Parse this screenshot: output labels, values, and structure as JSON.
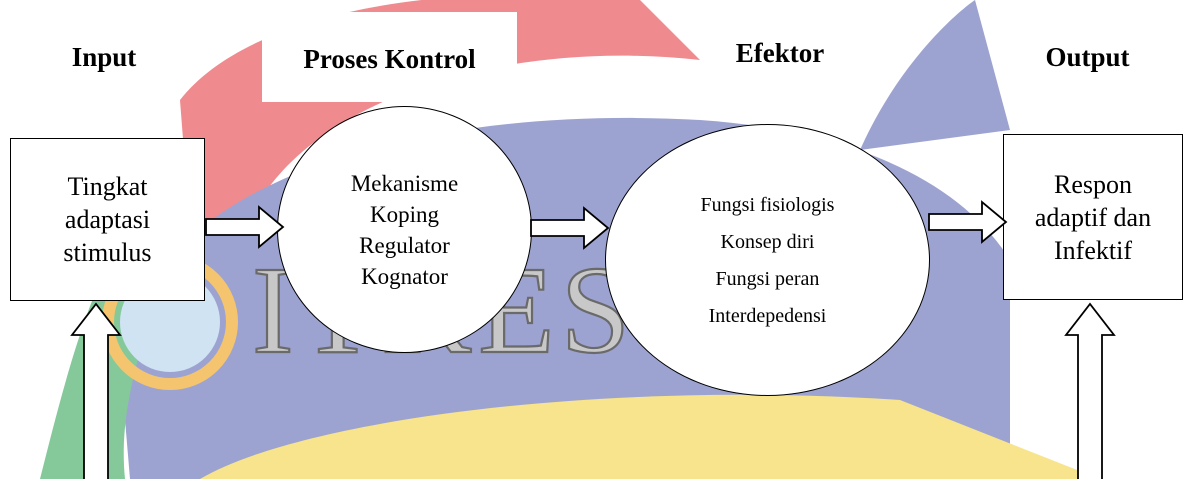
{
  "headers": {
    "input": "Input",
    "process": "Proses Kontrol",
    "effector": "Efektor",
    "output": "Output"
  },
  "input_box": {
    "lines": [
      "Tingkat",
      "adaptasi",
      "stimulus"
    ]
  },
  "process_circle": {
    "lines": [
      "Mekanisme",
      "Koping",
      "Regulator",
      "Kognator"
    ]
  },
  "effector_circle": {
    "lines": [
      "Fungsi fisiologis",
      "Konsep diri",
      "Fungsi peran",
      "Interdepedensi"
    ]
  },
  "output_box": {
    "lines": [
      "Respon",
      "adaptif dan",
      "Infektif"
    ]
  },
  "watermark": {
    "text": "ITKES   IS",
    "colors": {
      "red": "#ef8a8e",
      "blue": "#9da3d0",
      "green": "#85c99a",
      "yellow": "#f7e48c",
      "letters": "#c8c8c8"
    }
  }
}
